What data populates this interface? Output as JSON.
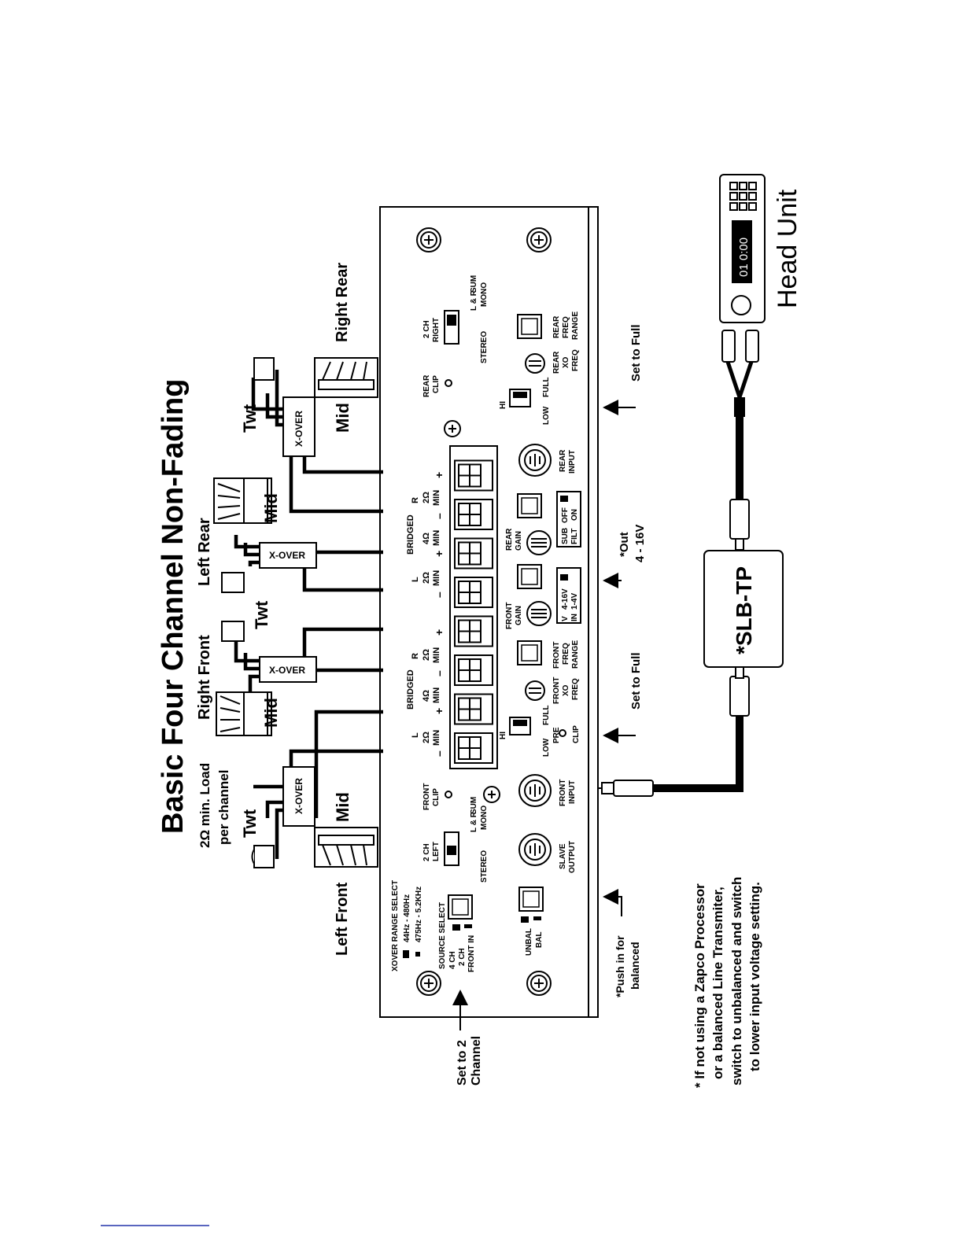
{
  "title": "Basic Four Channel Non-Fading",
  "load_note": {
    "line1": "2Ω min. Load",
    "line2": "per channel"
  },
  "speakers": {
    "left_front": "Left Front",
    "right_front": "Right Front",
    "left_rear": "Left Rear",
    "right_rear": "Right Rear",
    "twt": "Twt",
    "mid": "Mid",
    "xover": "X-OVER"
  },
  "terminals": {
    "l": "L",
    "r": "R",
    "bridged": "BRIDGED",
    "two_ohm": "2Ω",
    "four_ohm": "4Ω",
    "min": "MIN",
    "minus": "–",
    "plus": "+"
  },
  "front_panel": {
    "xover_range_select": "XOVER RANGE SELECT",
    "range_low": "44Hz - 480Hz",
    "range_high": "475Hz - 5.2KHz",
    "source_select": "SOURCE SELECT",
    "four_ch": "4 CH",
    "two_ch": "2 CH",
    "front_in": "FRONT IN",
    "unbal": "UNBAL",
    "bal": "BAL",
    "slave": "SLAVE",
    "output": "OUTPUT",
    "front": "FRONT",
    "input": "INPUT",
    "clip": "CLIP",
    "pre": "PRE",
    "two_ch_left": "LEFT",
    "two_ch_right": "RIGHT",
    "stereo": "STEREO",
    "l_and_r": "L & R",
    "sum": "SUM",
    "mono": "MONO",
    "hi": "HI",
    "low": "LOW",
    "full": "FULL",
    "xo": "XO",
    "freq": "FREQ",
    "range": "RANGE",
    "gain": "GAIN",
    "rear": "REAR",
    "v": "V",
    "in": "IN",
    "v_high": "4-16V",
    "v_low": "1-4V",
    "sub": "SUB",
    "filt": "FILT",
    "off": "OFF",
    "on": "ON"
  },
  "callouts": {
    "set_to_2": "Set to 2",
    "channel": "Channel",
    "push_in_for": "*Push in for",
    "balanced": "balanced",
    "set_to_full": "Set to Full",
    "out": "*Out",
    "out_range": "4 - 16V"
  },
  "slb": "*SLB-TP",
  "head_unit": {
    "label": "Head Unit",
    "display": "01 0:00"
  },
  "footnote": [
    "* If not using a Zapco Processor",
    "or a balanced Line Transmiter,",
    "switch to unbalanced and switch",
    "to lower input voltage setting."
  ]
}
